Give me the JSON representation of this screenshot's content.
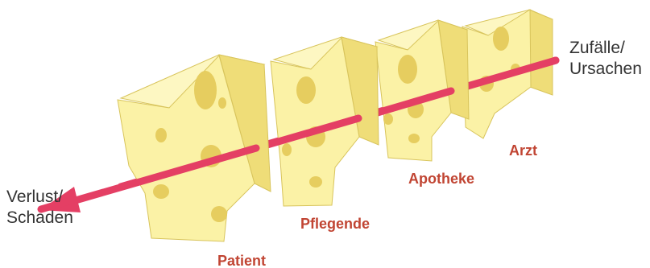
{
  "labels": {
    "input_line1": "Zufälle/",
    "input_line2": "Ursachen",
    "output_line1": "Verlust/",
    "output_line2": "Schaden"
  },
  "layers": [
    {
      "id": "arzt",
      "label": "Arzt"
    },
    {
      "id": "apotheke",
      "label": "Apotheke"
    },
    {
      "id": "pflegende",
      "label": "Pflegende"
    },
    {
      "id": "patient",
      "label": "Patient"
    }
  ],
  "colors": {
    "cheese_front": "#fbf2a6",
    "cheese_side": "#efdd78",
    "cheese_top": "#fdf7c2",
    "cheese_hole": "#e6cd5f",
    "cheese_outline": "#d8c45c",
    "arrow": "#e43f64",
    "layer_label": "#c14533",
    "text": "#333333"
  },
  "icons": {
    "arrow": "arrow-left-icon",
    "cheese": "swiss-cheese-slice-icon"
  }
}
